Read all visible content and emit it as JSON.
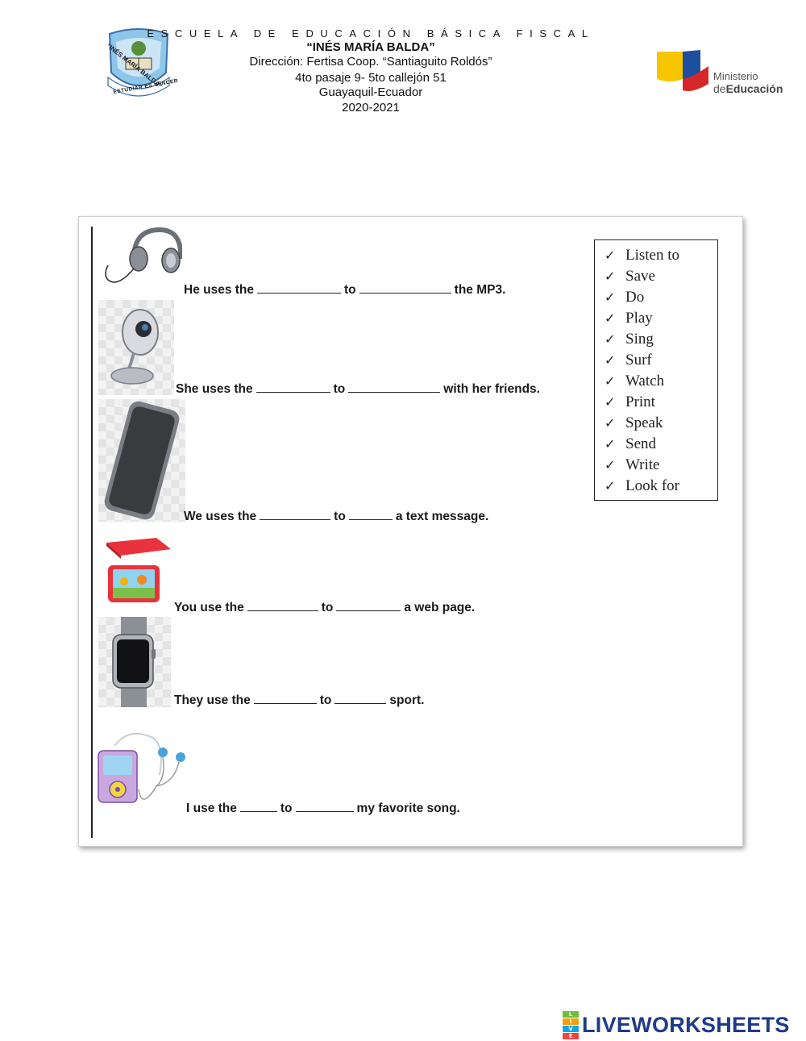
{
  "header": {
    "school_type": "ESCUELA DE EDUCACIÓN BÁSICA FISCAL",
    "school_name": "“INÉS MARÍA BALDA”",
    "address_1": "Dirección: Fertisa Coop. “Santiaguito Roldós”",
    "address_2": "4to pasaje 9- 5to callejón 51",
    "city": "Guayaquil-Ecuador",
    "year": "2020-2021",
    "seal_top_text": "“INÉS MARÍA BALDA”",
    "seal_bottom_text": "ESTUDIAR ES VENCER",
    "ministry_line1": "Ministerio",
    "ministry_line2_prefix": "de",
    "ministry_line2_bold": "Educación"
  },
  "sentences": [
    {
      "p1": "He uses the",
      "p2": "to",
      "p3": "the MP3.",
      "icon": "headphones-icon"
    },
    {
      "p1": "She uses the",
      "p2": "to",
      "p3": "with her friends.",
      "icon": "webcam-icon"
    },
    {
      "p1": "We uses the",
      "p2": "to",
      "p3": "a text message.",
      "icon": "smartphone-icon"
    },
    {
      "p1": "You use the",
      "p2": "to",
      "p3": "a web page.",
      "icon": "tablet-icon"
    },
    {
      "p1": "They use the",
      "p2": "to",
      "p3": "sport.",
      "icon": "smartwatch-icon"
    },
    {
      "p1": "I use the",
      "p2": "to",
      "p3": "my favorite song.",
      "icon": "mp3-player-icon"
    }
  ],
  "word_bank": [
    "Listen to",
    "Save",
    "Do",
    "Play",
    "Sing",
    "Surf",
    "Watch",
    "Print",
    "Speak",
    "Send",
    "Write",
    "Look for"
  ],
  "footer": {
    "brand": "LIVEWORKSHEETS",
    "logo_letters": [
      "L",
      "I",
      "V",
      "E"
    ],
    "colors": {
      "l": "#6cbf3a",
      "i": "#f59e0b",
      "v": "#0ea5e9",
      "e": "#ef4444",
      "brand_text": "#1e3a8a"
    }
  }
}
